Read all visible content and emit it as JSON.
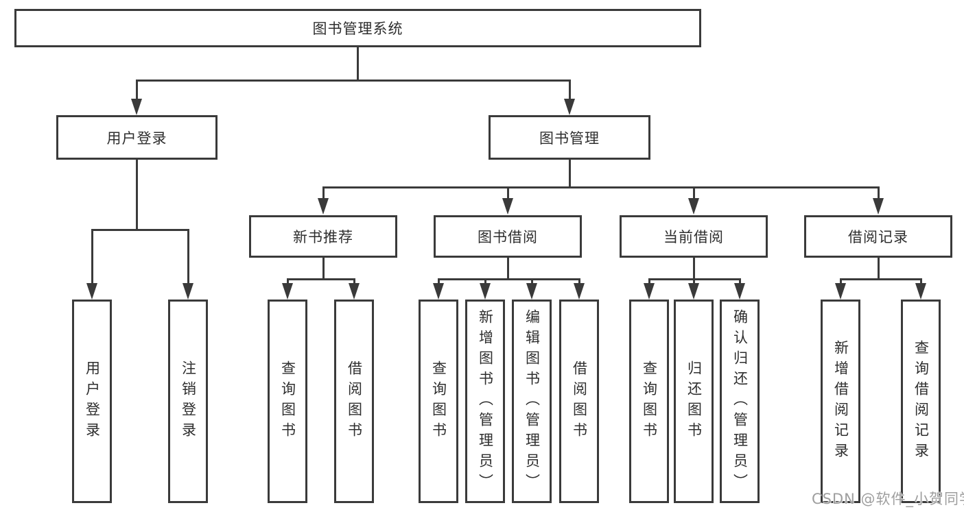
{
  "root": {
    "label": "图书管理系统"
  },
  "level2": {
    "user_login": {
      "label": "用户登录"
    },
    "book_mgmt": {
      "label": "图书管理"
    }
  },
  "level3": {
    "new_books": {
      "label": "新书推荐"
    },
    "book_borrow": {
      "label": "图书借阅"
    },
    "current_borrow": {
      "label": "当前借阅"
    },
    "borrow_records": {
      "label": "借阅记录"
    }
  },
  "leaves": {
    "user_login_leaf": {
      "label": "用户登录"
    },
    "logout": {
      "label": "注销登录"
    },
    "nb_query": {
      "label": "查询图书"
    },
    "nb_borrow": {
      "label": "借阅图书"
    },
    "bb_query": {
      "label": "查询图书"
    },
    "bb_add": {
      "label": "新增图书（管理员）"
    },
    "bb_edit": {
      "label": "编辑图书（管理员）"
    },
    "bb_borrow": {
      "label": "借阅图书"
    },
    "cb_query": {
      "label": "查询图书"
    },
    "cb_return": {
      "label": "归还图书"
    },
    "cb_confirm": {
      "label": "确认归还（管理员）"
    },
    "br_add": {
      "label": "新增借阅记录"
    },
    "br_query": {
      "label": "查询借阅记录"
    }
  },
  "watermark": {
    "text": "CSDN @软件_小贺同学"
  },
  "colors": {
    "line": "#3a3a3a",
    "text": "#2e2e2e",
    "watermark": "#9e9e9e"
  }
}
